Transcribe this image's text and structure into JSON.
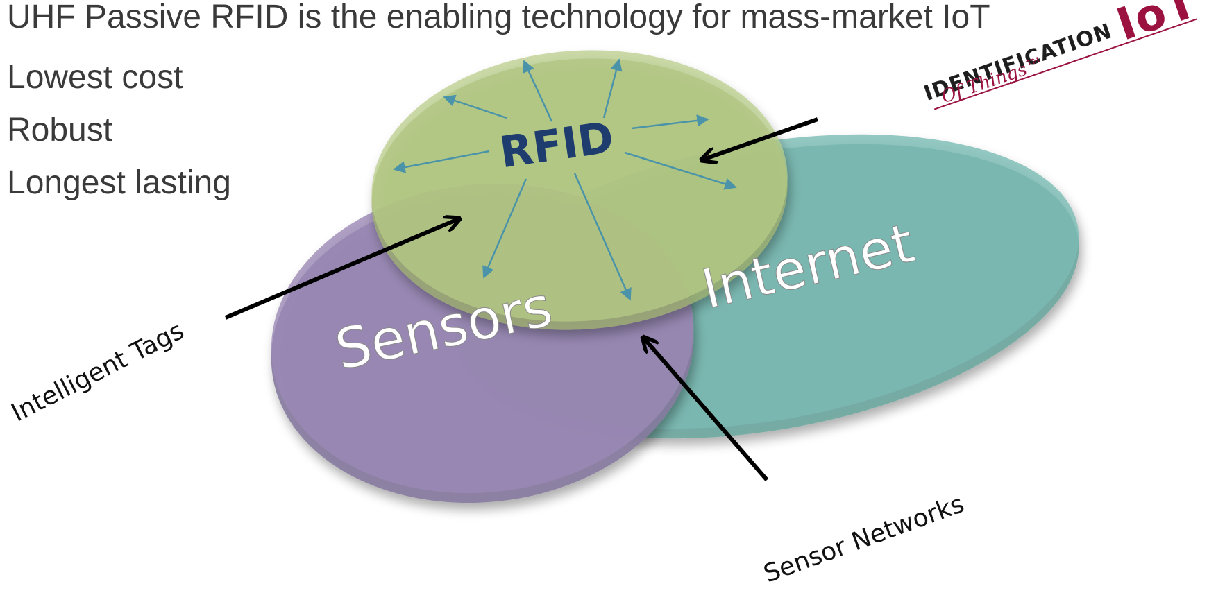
{
  "headline": "UHF Passive RFID is the enabling technology for mass-market IoT",
  "bullets": [
    "Lowest cost",
    "Robust",
    "Longest lasting"
  ],
  "circles": {
    "rfid": {
      "label": "RFID",
      "color": "#b7cc86",
      "label_color": "#1e3d6e"
    },
    "internet": {
      "label": "Internet",
      "color": "#7bbcb4",
      "label_color": "#ffffff"
    },
    "sensors": {
      "label": "Sensors",
      "color": "#9b8ab5",
      "label_color": "#ffffff"
    }
  },
  "annotations": {
    "intelligent_tags": "Intelligent Tags",
    "sensor_networks": "Sensor Networks"
  },
  "logo": {
    "main": "IDENTIFICATION",
    "iot": "IoT",
    "sub": "Of Things™",
    "accent_color": "#9b1240"
  },
  "colors": {
    "radial_arrow": "#4a93a8",
    "callout_arrow": "#000000"
  }
}
